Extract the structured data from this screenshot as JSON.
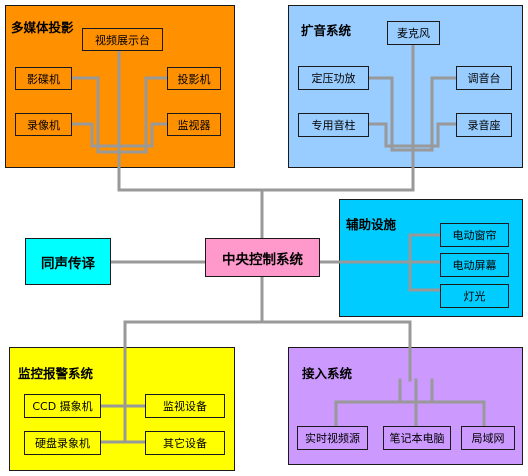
{
  "colors": {
    "multimedia": "#ff9000",
    "audio": "#99ccff",
    "aux": "#00ccff",
    "monitor": "#ffff00",
    "access": "#cc99ff",
    "sim": "#00ffff",
    "center": "#ff99cc",
    "line": "#999999"
  },
  "multimedia": {
    "title": "多媒体投影",
    "visualizer": "视频展示台",
    "dvd": "影碟机",
    "projector": "投影机",
    "vcr": "录像机",
    "tv_monitor": "监视器"
  },
  "audio": {
    "title": "扩音系统",
    "microphone": "麦克风",
    "amplifier": "定压功放",
    "mixer": "调音台",
    "column_speaker": "专用音柱",
    "recorder": "录音座"
  },
  "center": {
    "label": "中央控制系统"
  },
  "simultaneous": {
    "label": "同声传译"
  },
  "aux": {
    "title": "辅助设施",
    "curtain": "电动窗帘",
    "screen": "电动屏幕",
    "lighting": "灯光"
  },
  "monitor_alarm": {
    "title": "监控报警系统",
    "ccd_camera": "CCD 摄象机",
    "monitor_device": "监视设备",
    "dvr": "硬盘录象机",
    "other": "其它设备"
  },
  "access": {
    "title": "接入系统",
    "video_source": "实时视频源",
    "laptop": "笔记本电脑",
    "lan": "局域网"
  }
}
